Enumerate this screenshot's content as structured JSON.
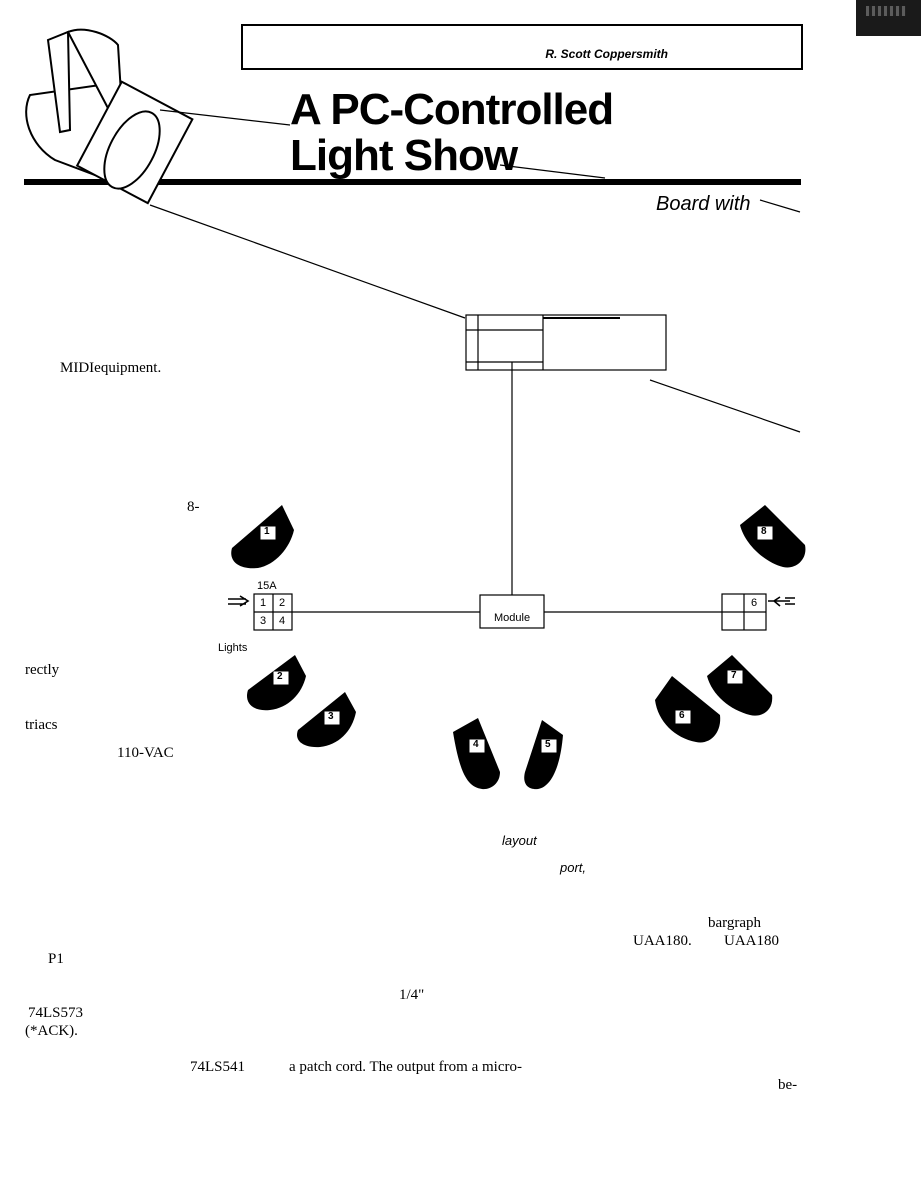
{
  "header": {
    "byline": "R. Scott Coppersmith",
    "title_line1": "A PC-Controlled",
    "title_line2": "Light Show",
    "deck_fragment": "Board with"
  },
  "diagram": {
    "breaker_label": "15A",
    "outlet_numbers_left": [
      "1",
      "2",
      "3",
      "4"
    ],
    "outlet_number_right": "6",
    "module_label": "Module",
    "lights_label": "Lights",
    "light_numbers": [
      "1",
      "2",
      "3",
      "4",
      "5",
      "6",
      "7",
      "8"
    ]
  },
  "body_fragments": {
    "midi": "MIDIequipment.",
    "eight": "8-",
    "rectly": "rectly",
    "triacs": "triacs",
    "vac": "110-VAC",
    "layout": "layout",
    "port": "port,",
    "bargraph": "bargraph",
    "uaa1": "UAA180.",
    "uaa2": "UAA180",
    "p1": "P1",
    "quarter": "1/4\"",
    "ls573": "74LS573",
    "ack": "(*ACK).",
    "ls541": "74LS541",
    "patch": "a patch cord. The output from a micro-",
    "be": "be-"
  }
}
